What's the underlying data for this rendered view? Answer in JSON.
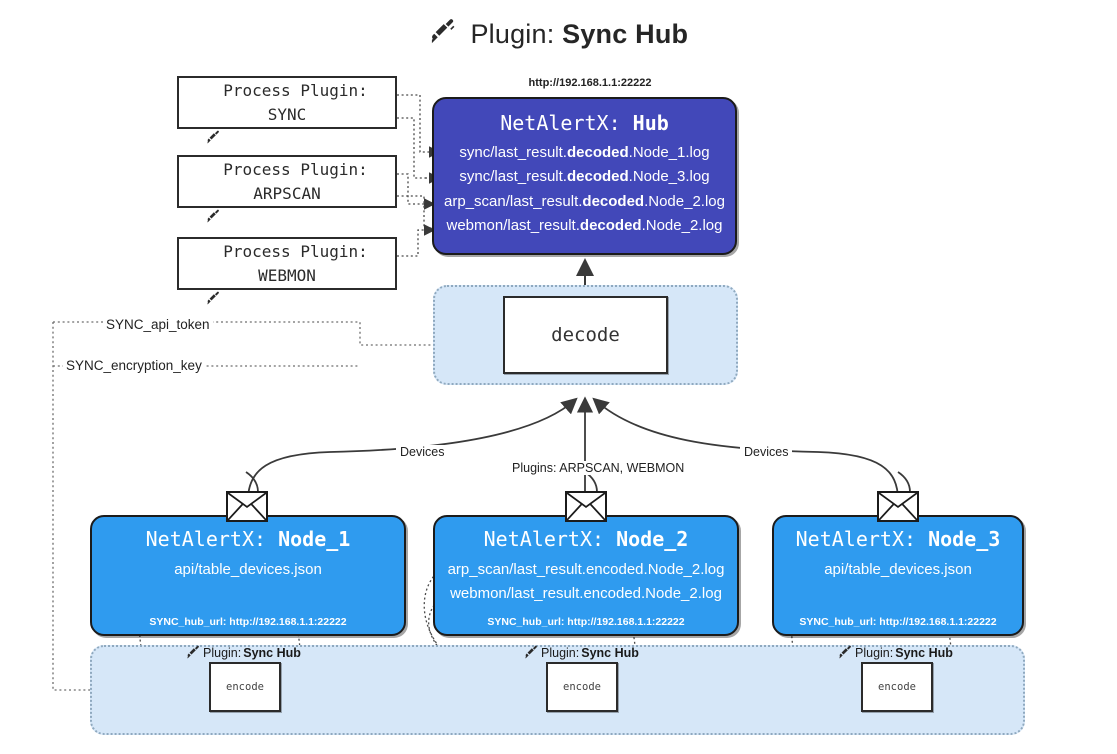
{
  "title": {
    "prefix": "Plugin: ",
    "name": "Sync Hub",
    "icon": "plug-icon"
  },
  "process_plugins": [
    {
      "line1": "Process Plugin:",
      "line2": "SYNC",
      "icon": "plug-icon"
    },
    {
      "line1": "Process Plugin:",
      "line2": "ARPSCAN",
      "icon": "plug-icon"
    },
    {
      "line1": "Process Plugin:",
      "line2": "WEBMON",
      "icon": "plug-icon"
    }
  ],
  "hub": {
    "url": "http://192.168.1.1:22222",
    "title_prefix": "NetAlertX: ",
    "title_name": "Hub",
    "lines": [
      {
        "pre": "sync/last_result.",
        "strong": "decoded",
        "post": ".Node_1.log"
      },
      {
        "pre": "sync/last_result.",
        "strong": "decoded",
        "post": ".Node_3.log"
      },
      {
        "pre": "arp_scan/last_result.",
        "strong": "decoded",
        "post": ".Node_2.log"
      },
      {
        "pre": "webmon/last_result.",
        "strong": "decoded",
        "post": ".Node_2.log"
      }
    ],
    "color": "#4248b9"
  },
  "decode": {
    "label": "decode",
    "container_color": "#d6e7f8"
  },
  "config_keys": [
    {
      "label": "SYNC_api_token"
    },
    {
      "label": "SYNC_encryption_key"
    }
  ],
  "edge_labels": {
    "devices_left": "Devices",
    "plugins_center": "Plugins: ARPSCAN, WEBMON",
    "devices_right": "Devices"
  },
  "nodes": [
    {
      "title_prefix": "NetAlertX: ",
      "title_name": "Node_1",
      "lines": [
        "api/table_devices.json"
      ],
      "footer": "SYNC_hub_url: http://192.168.1.1:22222",
      "color": "#2f9bef"
    },
    {
      "title_prefix": "NetAlertX: ",
      "title_name": "Node_2",
      "lines": [
        "arp_scan/last_result.encoded.Node_2.log",
        "webmon/last_result.encoded.Node_2.log"
      ],
      "footer": "SYNC_hub_url: http://192.168.1.1:22222",
      "color": "#2f9bef"
    },
    {
      "title_prefix": "NetAlertX: ",
      "title_name": "Node_3",
      "lines": [
        "api/table_devices.json"
      ],
      "footer": "SYNC_hub_url: http://192.168.1.1:22222",
      "color": "#2f9bef"
    }
  ],
  "encoders": [
    {
      "label_prefix": "Plugin: ",
      "label_name": "Sync Hub",
      "box": "encode",
      "icon": "plug-icon"
    },
    {
      "label_prefix": "Plugin: ",
      "label_name": "Sync Hub",
      "box": "encode",
      "icon": "plug-icon"
    },
    {
      "label_prefix": "Plugin: ",
      "label_name": "Sync Hub",
      "box": "encode",
      "icon": "plug-icon"
    }
  ],
  "envelopes": [
    {
      "icon": "envelope-icon"
    },
    {
      "icon": "envelope-icon"
    },
    {
      "icon": "envelope-icon"
    }
  ]
}
